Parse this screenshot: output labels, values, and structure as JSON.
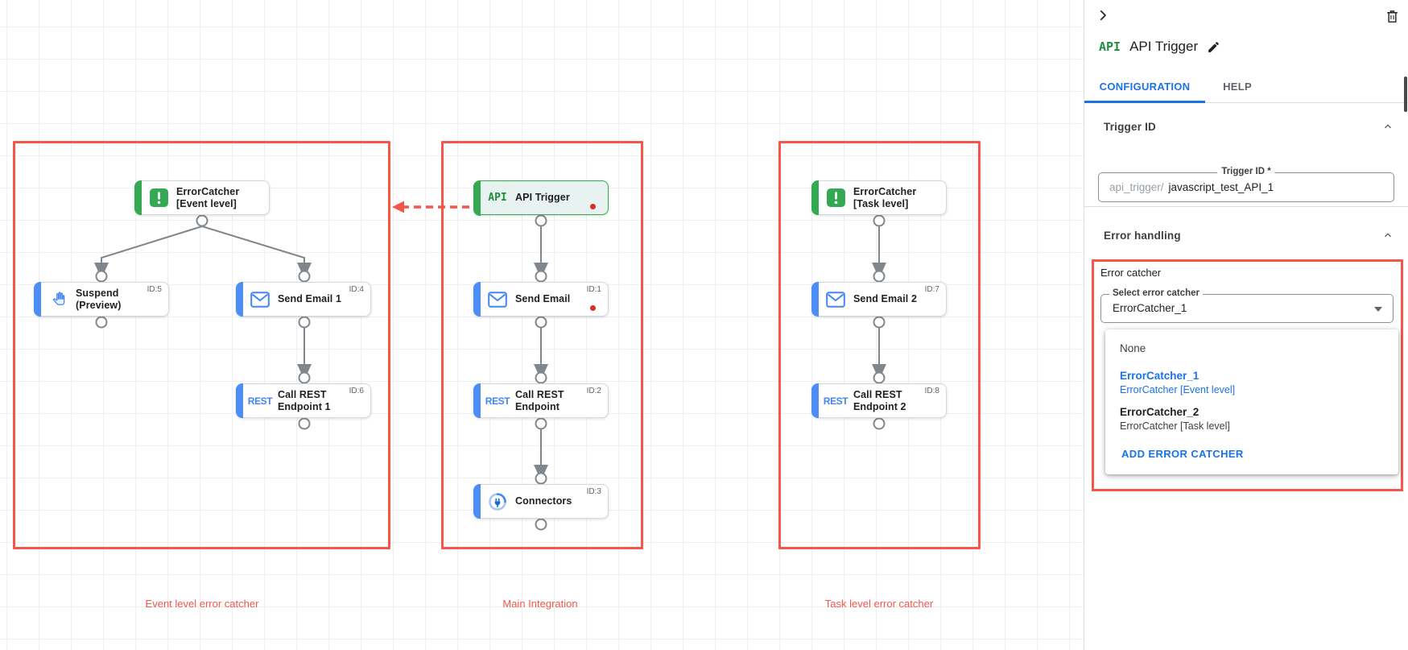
{
  "colors": {
    "box_red": "#F4564A",
    "google_green": "#34A853",
    "google_blue": "#4285F4",
    "link_blue": "#1a73e8",
    "error_dot_red": "#D93025",
    "connector_gray": "#80868b"
  },
  "canvas": {
    "icon_glyphs": {
      "api": "API",
      "rest": "REST"
    },
    "groups": [
      {
        "label": "Event level error catcher",
        "nodes": [
          {
            "title": "ErrorCatcher\n[Event level]",
            "id_badge": "",
            "icon": "error-catcher-icon",
            "accent": "green"
          },
          {
            "title": "Suspend\n(Preview)",
            "id_badge": "ID:5",
            "icon": "hand-icon",
            "accent": "blue"
          },
          {
            "title": "Send Email 1",
            "id_badge": "ID:4",
            "icon": "mail-icon",
            "accent": "blue"
          },
          {
            "title": "Call REST\nEndpoint 1",
            "id_badge": "ID:6",
            "icon": "rest-icon",
            "accent": "blue"
          }
        ]
      },
      {
        "label": "Main Integration",
        "nodes": [
          {
            "title": "API Trigger",
            "id_badge": "",
            "icon": "api-icon",
            "accent": "green",
            "selected": true,
            "error_dot": true
          },
          {
            "title": "Send Email",
            "id_badge": "ID:1",
            "icon": "mail-icon",
            "accent": "blue",
            "error_dot": true
          },
          {
            "title": "Call REST\nEndpoint",
            "id_badge": "ID:2",
            "icon": "rest-icon",
            "accent": "blue"
          },
          {
            "title": "Connectors",
            "id_badge": "ID:3",
            "icon": "connectors-icon",
            "accent": "blue"
          }
        ]
      },
      {
        "label": "Task level error catcher",
        "nodes": [
          {
            "title": "ErrorCatcher\n[Task level]",
            "id_badge": "",
            "icon": "error-catcher-icon",
            "accent": "green"
          },
          {
            "title": "Send Email 2",
            "id_badge": "ID:7",
            "icon": "mail-icon",
            "accent": "blue"
          },
          {
            "title": "Call REST\nEndpoint 2",
            "id_badge": "ID:8",
            "icon": "rest-icon",
            "accent": "blue"
          }
        ]
      }
    ]
  },
  "panel": {
    "header": {
      "icon_text": "API",
      "title": "API Trigger"
    },
    "tabs": {
      "configuration": "CONFIGURATION",
      "help": "HELP"
    },
    "trigger_id": {
      "section_title": "Trigger ID",
      "field_label": "Trigger ID *",
      "prefix": "api_trigger/",
      "value": "javascript_test_API_1"
    },
    "error_handling": {
      "section_title": "Error handling",
      "group_label": "Error catcher",
      "select_label": "Select error catcher",
      "select_value": "ErrorCatcher_1",
      "menu": {
        "none_label": "None",
        "options": [
          {
            "name": "ErrorCatcher_1",
            "desc": "ErrorCatcher [Event level]",
            "selected": true
          },
          {
            "name": "ErrorCatcher_2",
            "desc": "ErrorCatcher [Task level]",
            "selected": false
          }
        ],
        "action_label": "ADD ERROR CATCHER"
      }
    }
  }
}
